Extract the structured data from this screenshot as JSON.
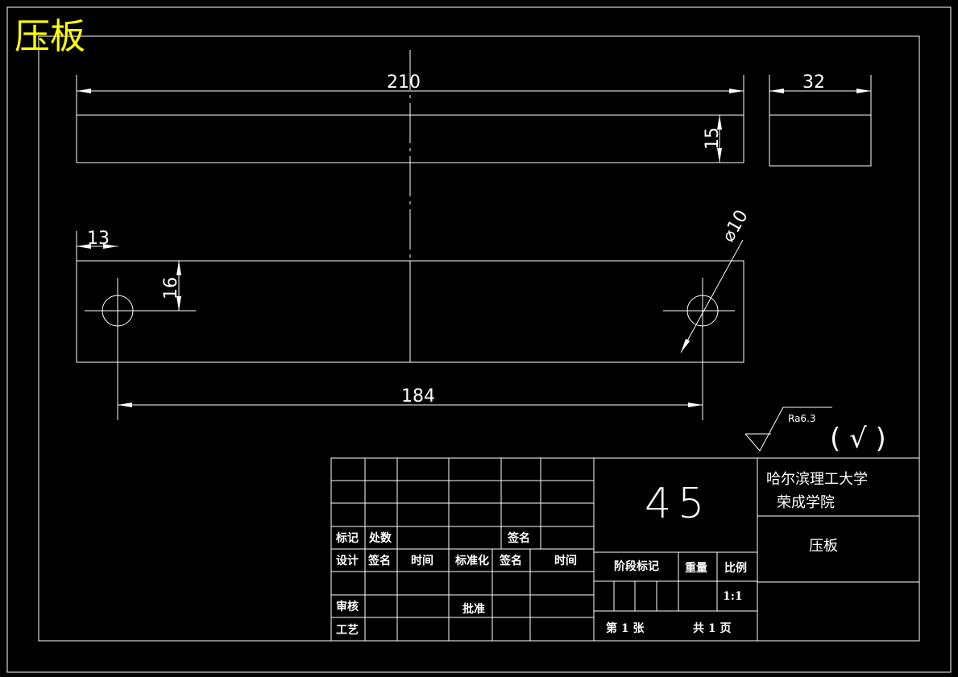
{
  "title": "压板",
  "dimensions": {
    "length": "210",
    "width": "32",
    "thickness": "15",
    "edge_offset": "13",
    "hole_offset": "16",
    "hole_diameter": "⌀10",
    "hole_spacing": "184"
  },
  "roughness": {
    "value": "Ra6.3",
    "note": "( √ )"
  },
  "title_block": {
    "labels": {
      "mark": "标记",
      "count": "处数",
      "sign_top": "签名",
      "design": "设计",
      "sign_a": "签名",
      "time_a": "时间",
      "standard": "标准化",
      "sign_b": "签名",
      "time_b": "时间",
      "review": "审核",
      "approve": "批准",
      "process": "工艺",
      "stage_mark": "阶段标记",
      "weight": "重量",
      "scale": "比例"
    },
    "material": "45",
    "scale_value": "1:1",
    "sheet_no": "第 1 张",
    "sheet_total": "共 1 页",
    "university_line1": "哈尔滨理工大学",
    "university_line2": "荣成学院",
    "part_name": "压板"
  }
}
